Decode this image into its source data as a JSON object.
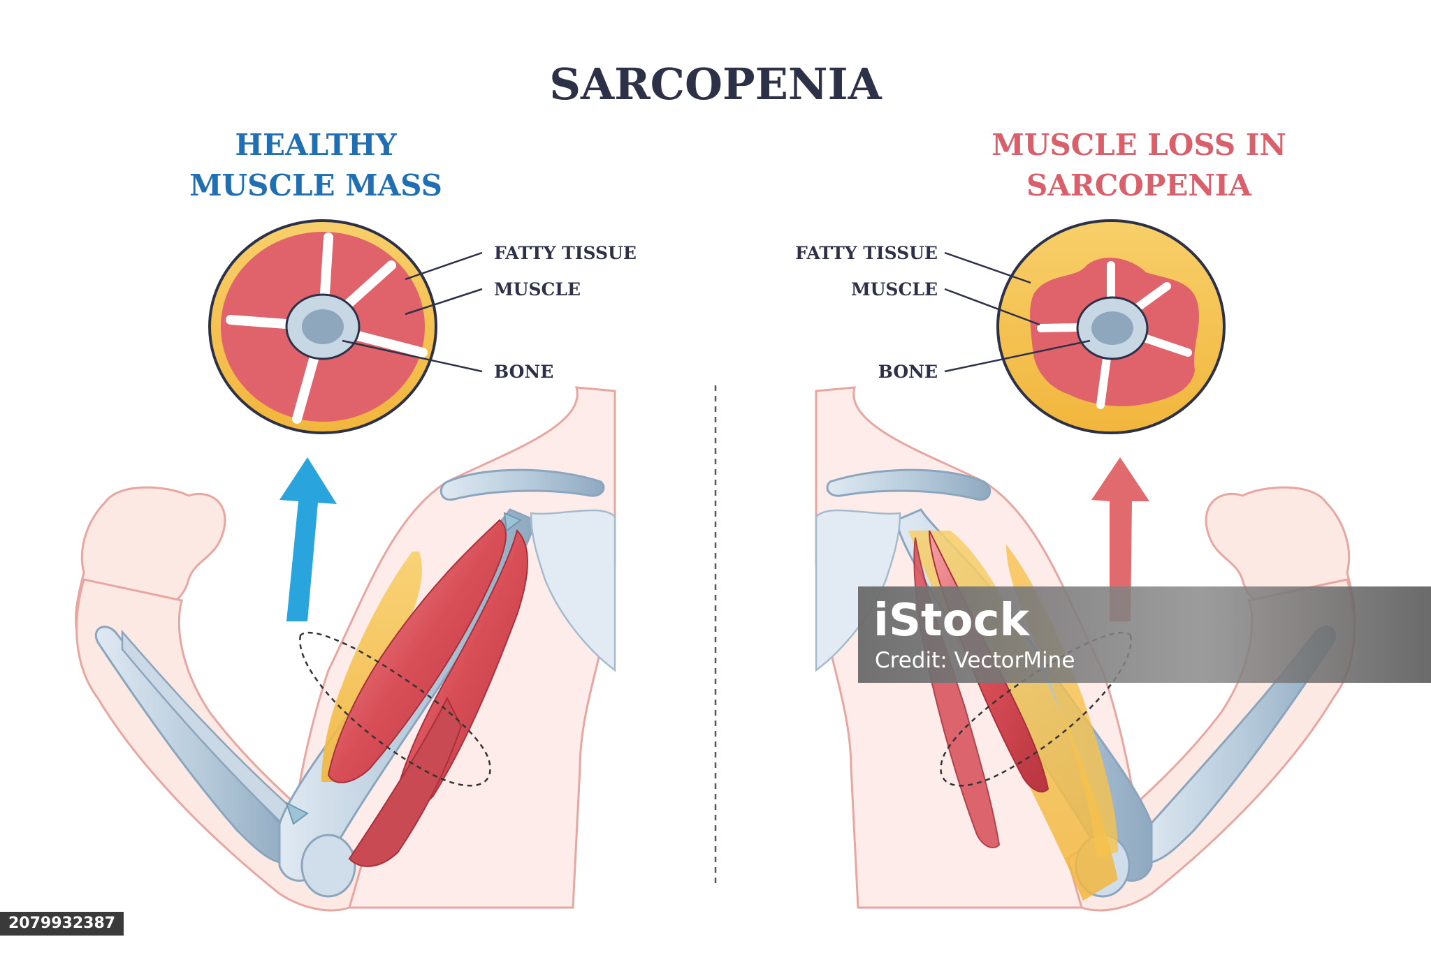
{
  "title": "SARCOPENIA",
  "healthy": {
    "heading_line1": "HEALTHY",
    "heading_line2": "MUSCLE MASS",
    "labels": {
      "fatty_tissue": "FATTY TISSUE",
      "muscle": "MUSCLE",
      "bone": "BONE"
    }
  },
  "sarcopenia": {
    "heading_line1": "MUSCLE LOSS IN",
    "heading_line2": "SARCOPENIA",
    "labels": {
      "fatty_tissue": "FATTY TISSUE",
      "muscle": "MUSCLE",
      "bone": "BONE"
    }
  },
  "watermark": {
    "logo": "iStock",
    "credit": "Credit: VectorMine"
  },
  "stock_id": "2079932387",
  "colors": {
    "title": "#2d3147",
    "healthy_heading": "#1f6fb2",
    "sarcopenia_heading": "#d9606a",
    "fat": "#f6c24c",
    "muscle": "#e0636b",
    "muscle_light": "#f09a9d",
    "bone": "#9bb4c8",
    "skin": "#fde9e4",
    "skin_line": "#e8a6a0",
    "healthy_arrow": "#2aa4dc",
    "sarcopenia_arrow": "#e06a6e"
  }
}
